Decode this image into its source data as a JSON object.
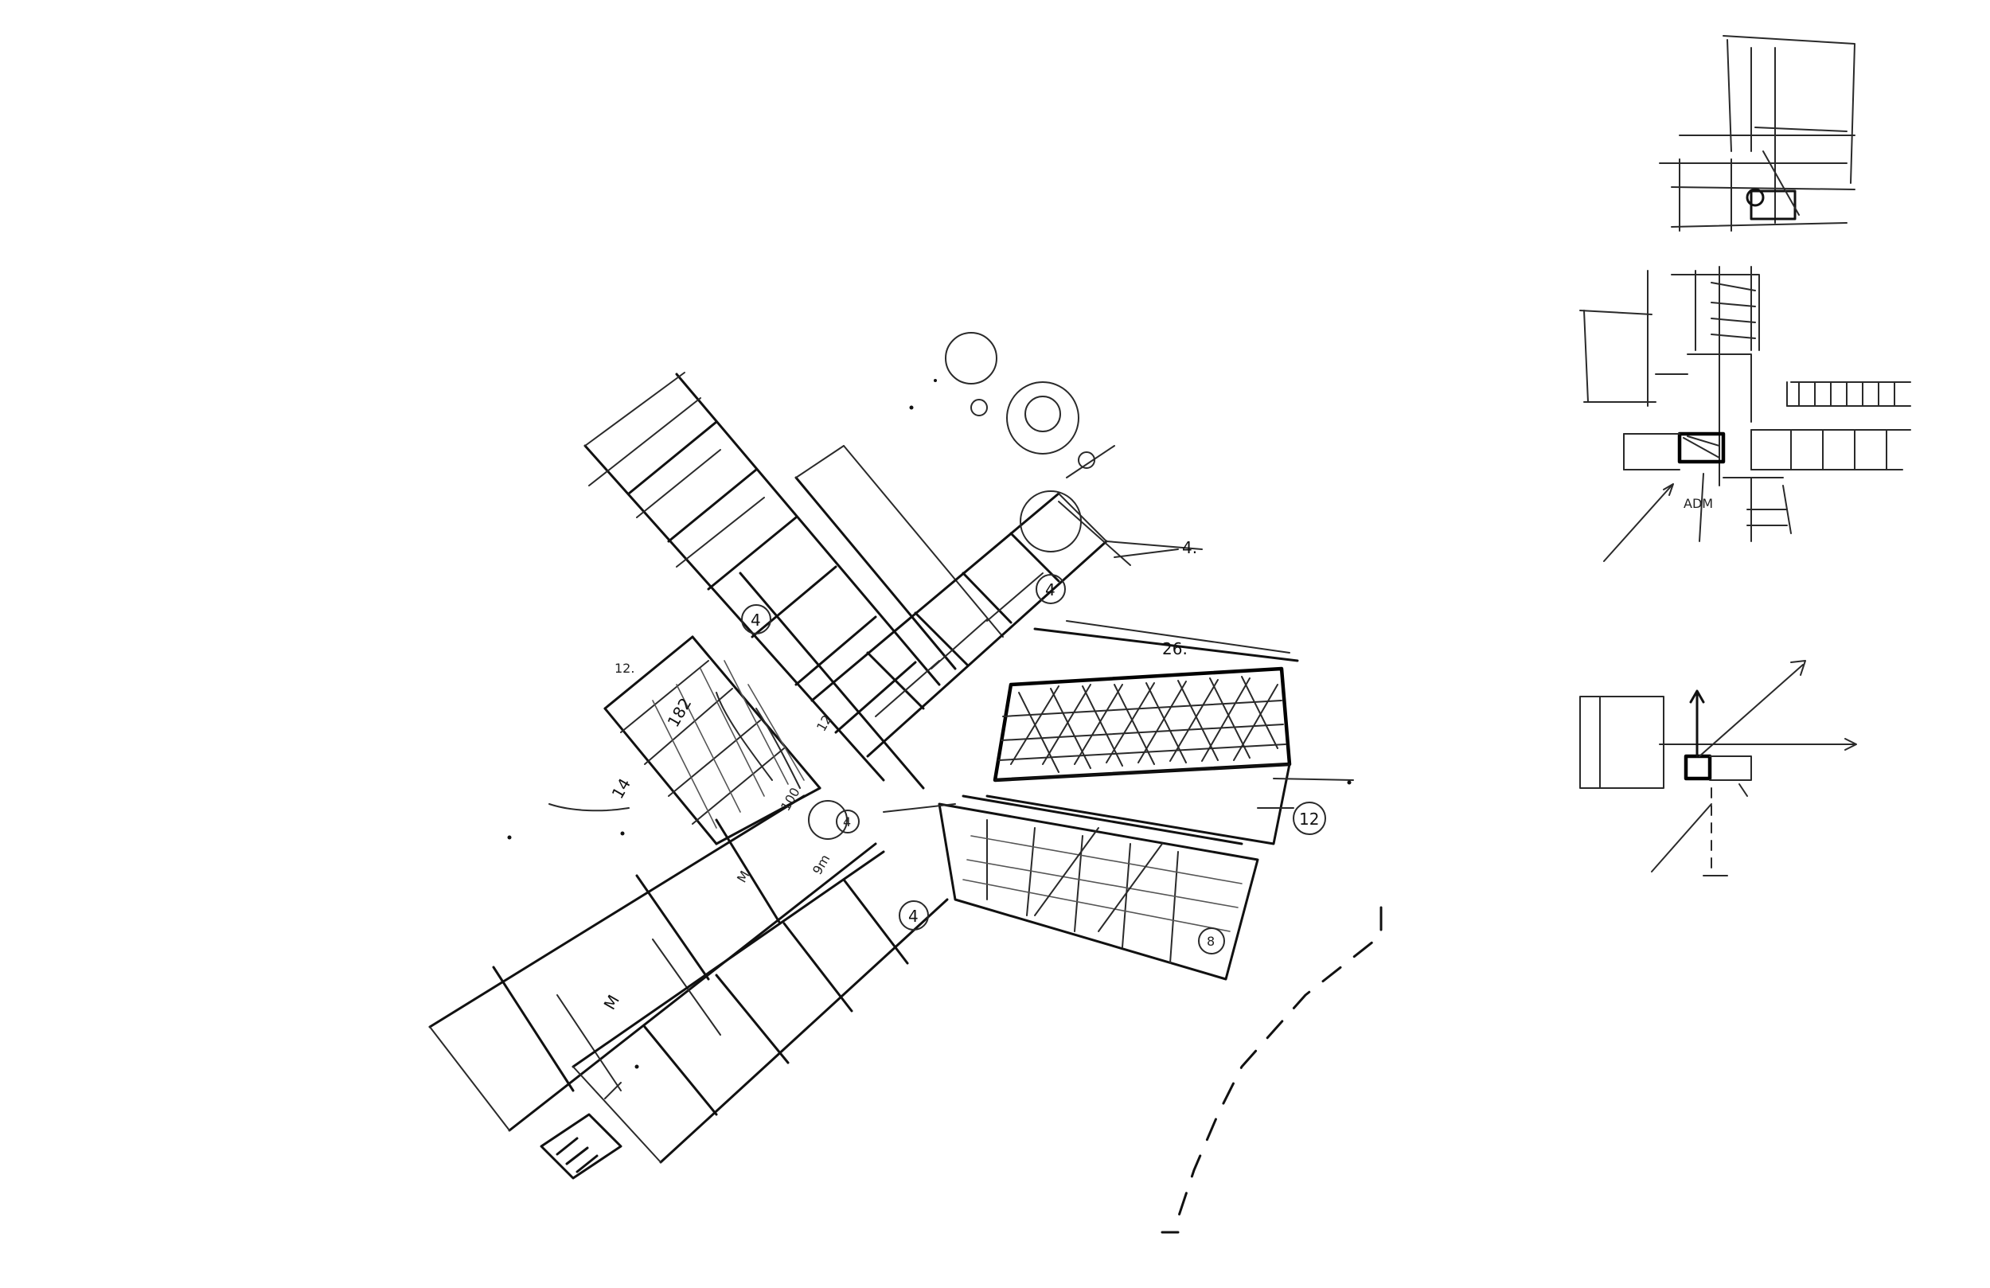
{
  "sketch": {
    "ink_color": "#111111",
    "paper_color": "#ffffff",
    "labels": {
      "tag_a": "4",
      "tag_b": "4",
      "tag_c": "4",
      "tag_d": "12",
      "tag_e": "8",
      "tag_f": "4",
      "dim_top": "4.",
      "dim_26": "26.",
      "dim_12a": "12.",
      "dim_182": "182",
      "dim_12b": "12",
      "dim_100": "100",
      "dim_14": "14",
      "dim_m": "M",
      "dim_m2": "M",
      "dim_9m": "9m",
      "small_lbl": "ADM"
    }
  }
}
